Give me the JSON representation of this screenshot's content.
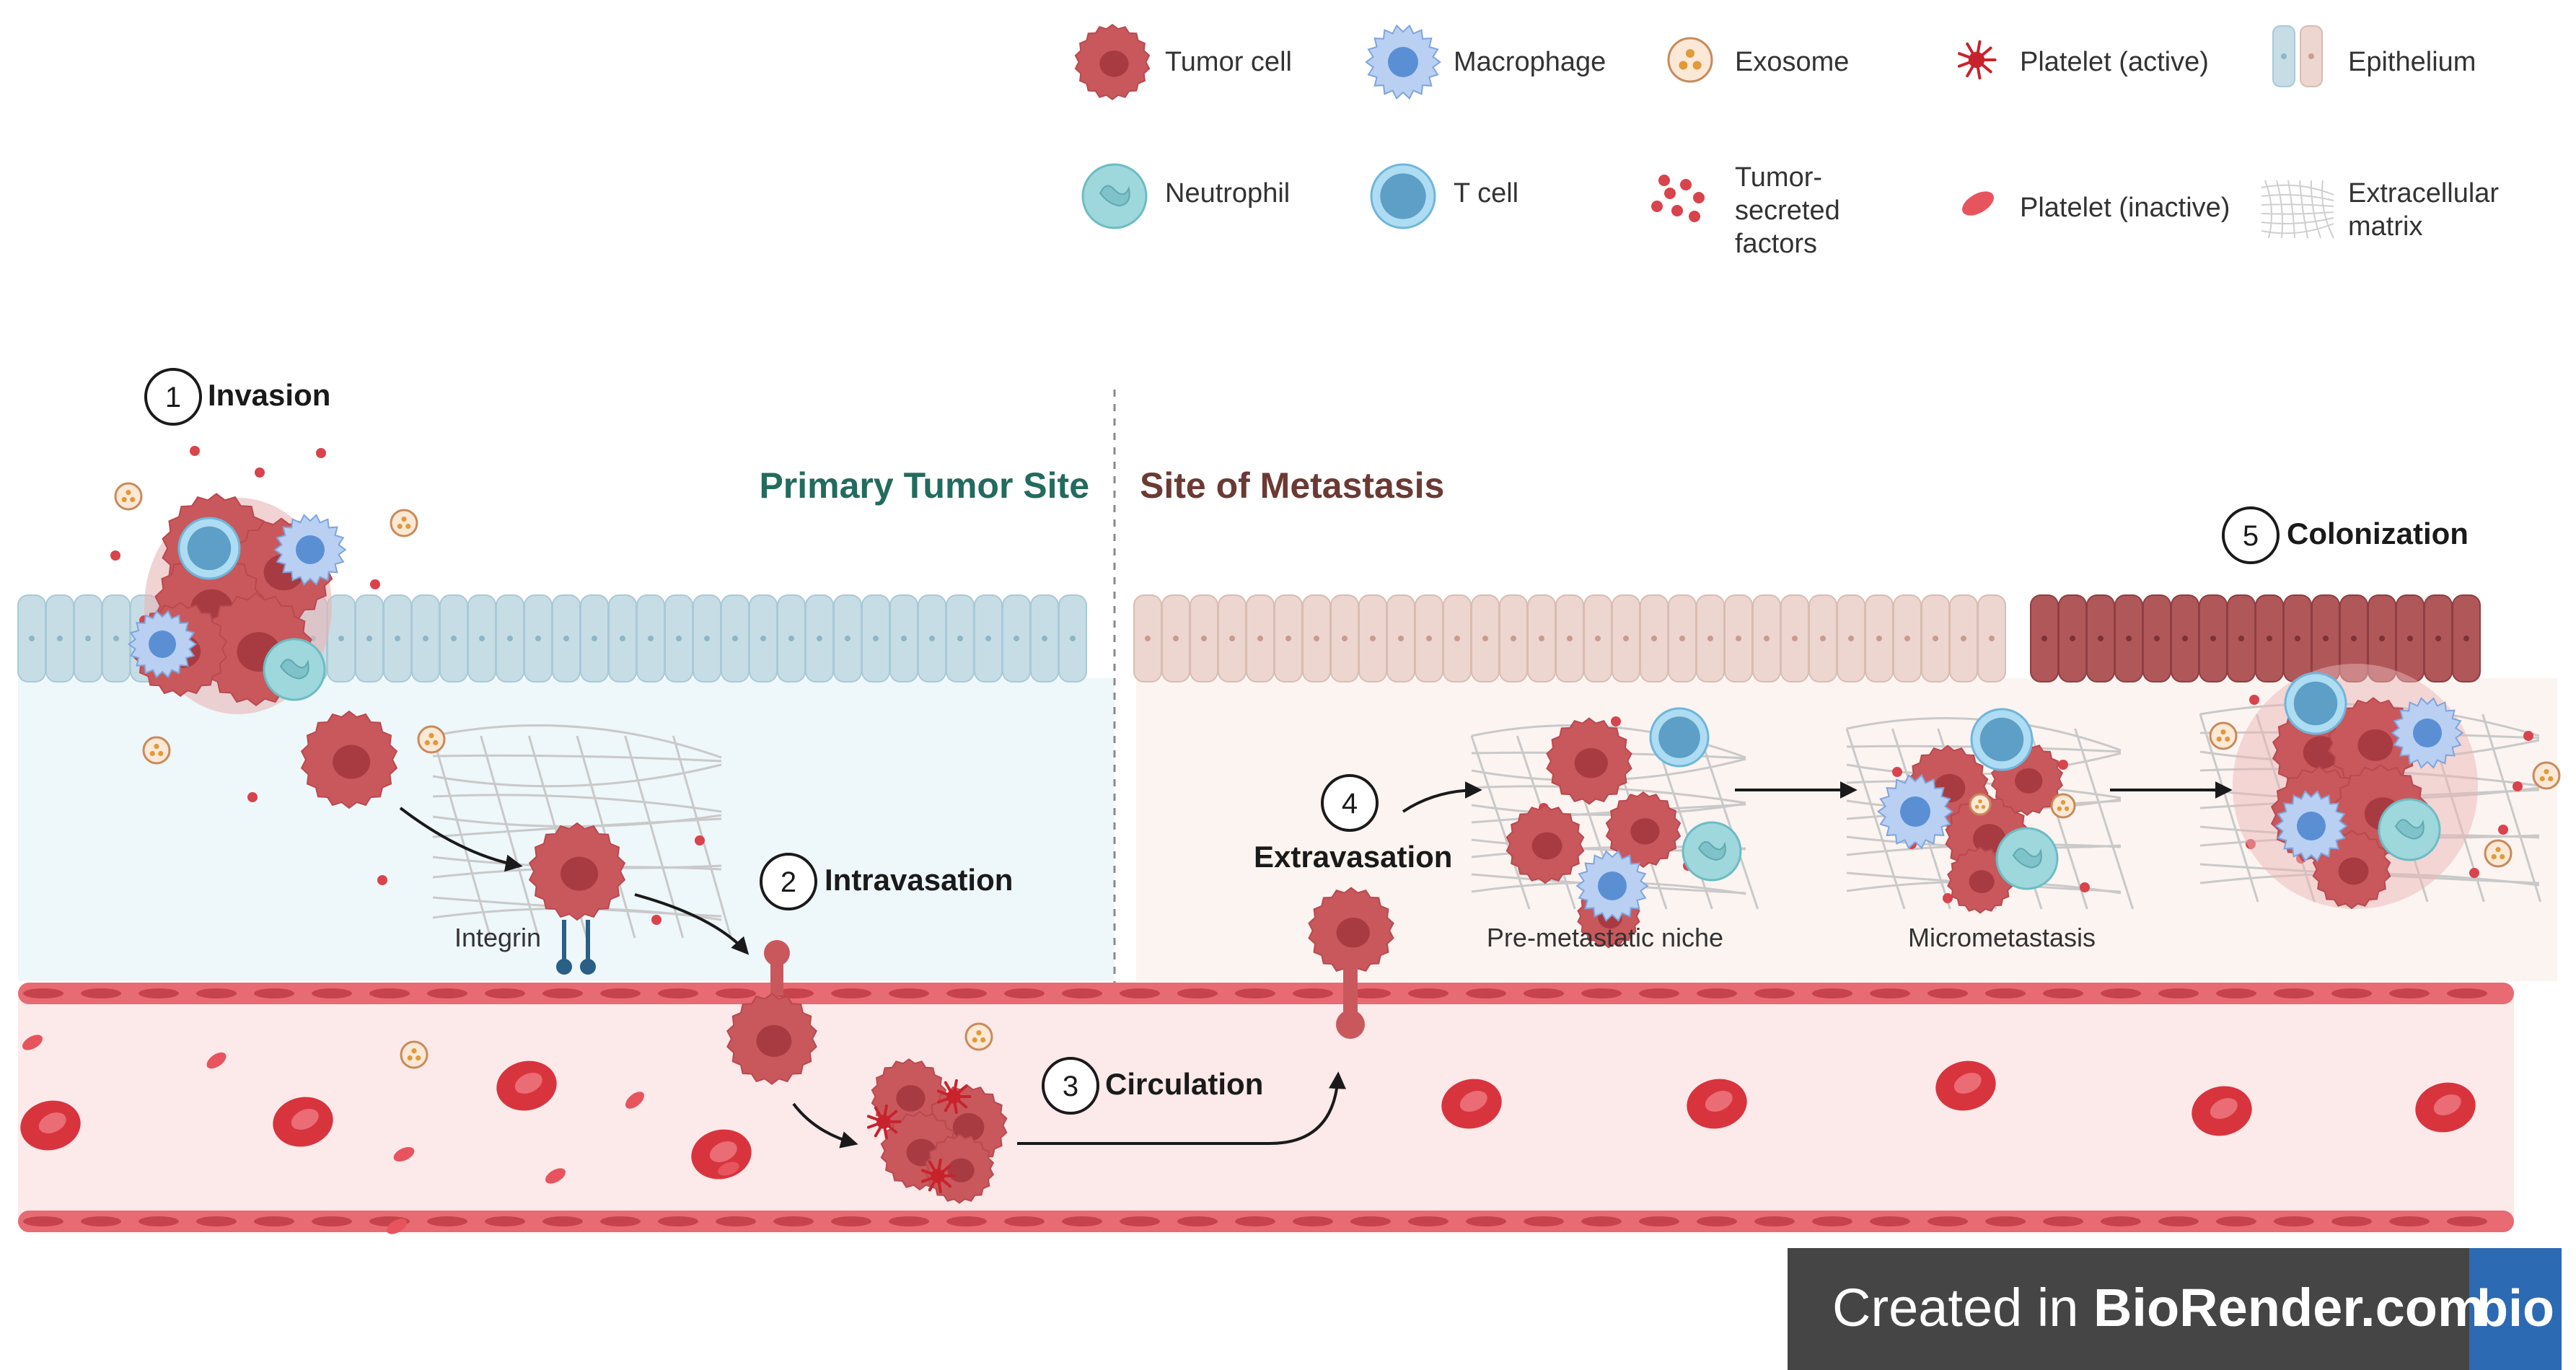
{
  "legend": {
    "items": [
      {
        "key": "tumor",
        "label_lines": [
          "Tumor cell"
        ]
      },
      {
        "key": "macrophage",
        "label_lines": [
          "Macrophage"
        ]
      },
      {
        "key": "exosome",
        "label_lines": [
          "Exosome"
        ]
      },
      {
        "key": "platelet_active",
        "label_lines": [
          "Platelet (active)"
        ]
      },
      {
        "key": "epithelium",
        "label_lines": [
          "Epithelium"
        ]
      },
      {
        "key": "neutrophil",
        "label_lines": [
          "Neutrophil"
        ]
      },
      {
        "key": "tcell",
        "label_lines": [
          "T cell"
        ]
      },
      {
        "key": "factors",
        "label_lines": [
          "Tumor-",
          "secreted",
          "factors"
        ]
      },
      {
        "key": "platelet_inactive",
        "label_lines": [
          "Platelet (inactive)"
        ]
      },
      {
        "key": "ecm",
        "label_lines": [
          "Extracellular",
          "matrix"
        ]
      }
    ]
  },
  "regions": {
    "primary": "Primary Tumor Site",
    "metastasis": "Site of Metastasis"
  },
  "steps": [
    {
      "number": "1",
      "label": "Invasion"
    },
    {
      "number": "2",
      "label": "Intravasation"
    },
    {
      "number": "3",
      "label": "Circulation"
    },
    {
      "number": "4",
      "label": "Extravasation"
    },
    {
      "number": "5",
      "label": "Colonization"
    }
  ],
  "annotations": {
    "integrin": "Integrin",
    "premetastatic": "Pre-metastatic niche",
    "micrometastasis": "Micrometastasis"
  },
  "branding": {
    "created_in": "Created in ",
    "brand": "BioRender.com",
    "logo": "bio"
  },
  "colors": {
    "tumor": "#c9585c",
    "tumor_dark": "#a83b42",
    "epithelium_blue": "#c6dde6",
    "epithelium_beige": "#ecd6cf",
    "epithelium_dark": "#b0575a",
    "vessel": "#e86a72",
    "vessel_bg": "#fce9ea",
    "primary_bg": "#eef7fa",
    "metastasis_bg": "#fcf4f1",
    "title_green": "#236b5e",
    "title_brown": "#6b3a34",
    "macrophage": "#5b8fd4",
    "neutrophil": "#9ed7dc",
    "rbc": "#d8343e",
    "badge_bg": "#454545",
    "logo_blue": "#2d6ab4"
  }
}
